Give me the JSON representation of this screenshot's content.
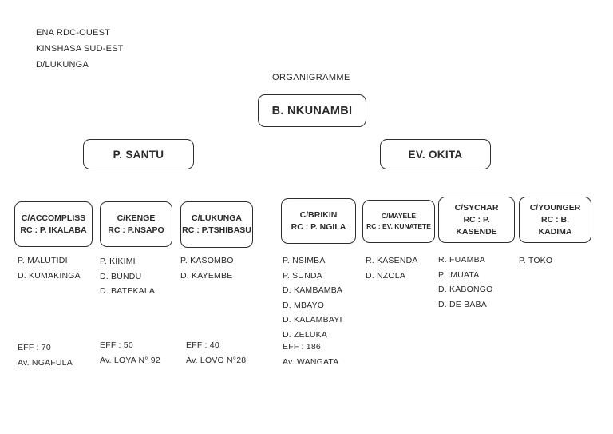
{
  "page": {
    "header_lines": [
      "ENA RDC-OUEST",
      "KINSHASA SUD-EST",
      "D/LUKUNGA"
    ],
    "title": "ORGANIGRAMME"
  },
  "org": {
    "root": {
      "label": "B. NKUNAMBI"
    },
    "level2": [
      {
        "label": "P. SANTU"
      },
      {
        "label": "EV. OKITA"
      }
    ],
    "columns": [
      {
        "box": [
          "C/ACCOMPLISS",
          "RC : P. IKALABA"
        ],
        "members": [
          "P. MALUTIDI",
          "D. KUMAKINGA"
        ],
        "eff": "EFF : 70",
        "address": "Av. NGAFULA"
      },
      {
        "box": [
          "C/KENGE",
          "RC : P.NSAPO"
        ],
        "members": [
          "P. KIKIMI",
          "D. BUNDU",
          "D. BATEKALA"
        ],
        "eff": "EFF : 50",
        "address": "Av. LOYA N° 92"
      },
      {
        "box": [
          "C/LUKUNGA",
          "RC : P.TSHIBASU"
        ],
        "members": [
          "P. KASOMBO",
          "D. KAYEMBE"
        ],
        "eff": "EFF : 40",
        "address": "Av. LOVO N°28"
      },
      {
        "box": [
          "C/BRIKIN",
          "RC : P. NGILA"
        ],
        "members": [
          "P. NSIMBA",
          "P. SUNDA",
          "D. KAMBAMBA",
          "D. MBAYO",
          "D. KALAMBAYI",
          "D. ZELUKA"
        ],
        "eff": "EFF : 186",
        "address": "Av. WANGATA"
      },
      {
        "box": [
          "C/MAYELE",
          "RC : EV. KUNATETE"
        ],
        "members": [
          "R. KASENDA",
          "D. NZOLA"
        ]
      },
      {
        "box": [
          "C/SYCHAR",
          "RC : P.",
          "KASENDE"
        ],
        "members": [
          "R. FUAMBA",
          "P. IMUATA",
          "D. KABONGO",
          "D. DE BABA"
        ]
      },
      {
        "box": [
          "C/YOUNGER",
          "RC : B.",
          "KADIMA"
        ],
        "members": [
          "P. TOKO"
        ]
      }
    ]
  },
  "colors": {
    "background": "#ffffff",
    "text": "#2a2a2a",
    "border": "#2e2e2e"
  }
}
